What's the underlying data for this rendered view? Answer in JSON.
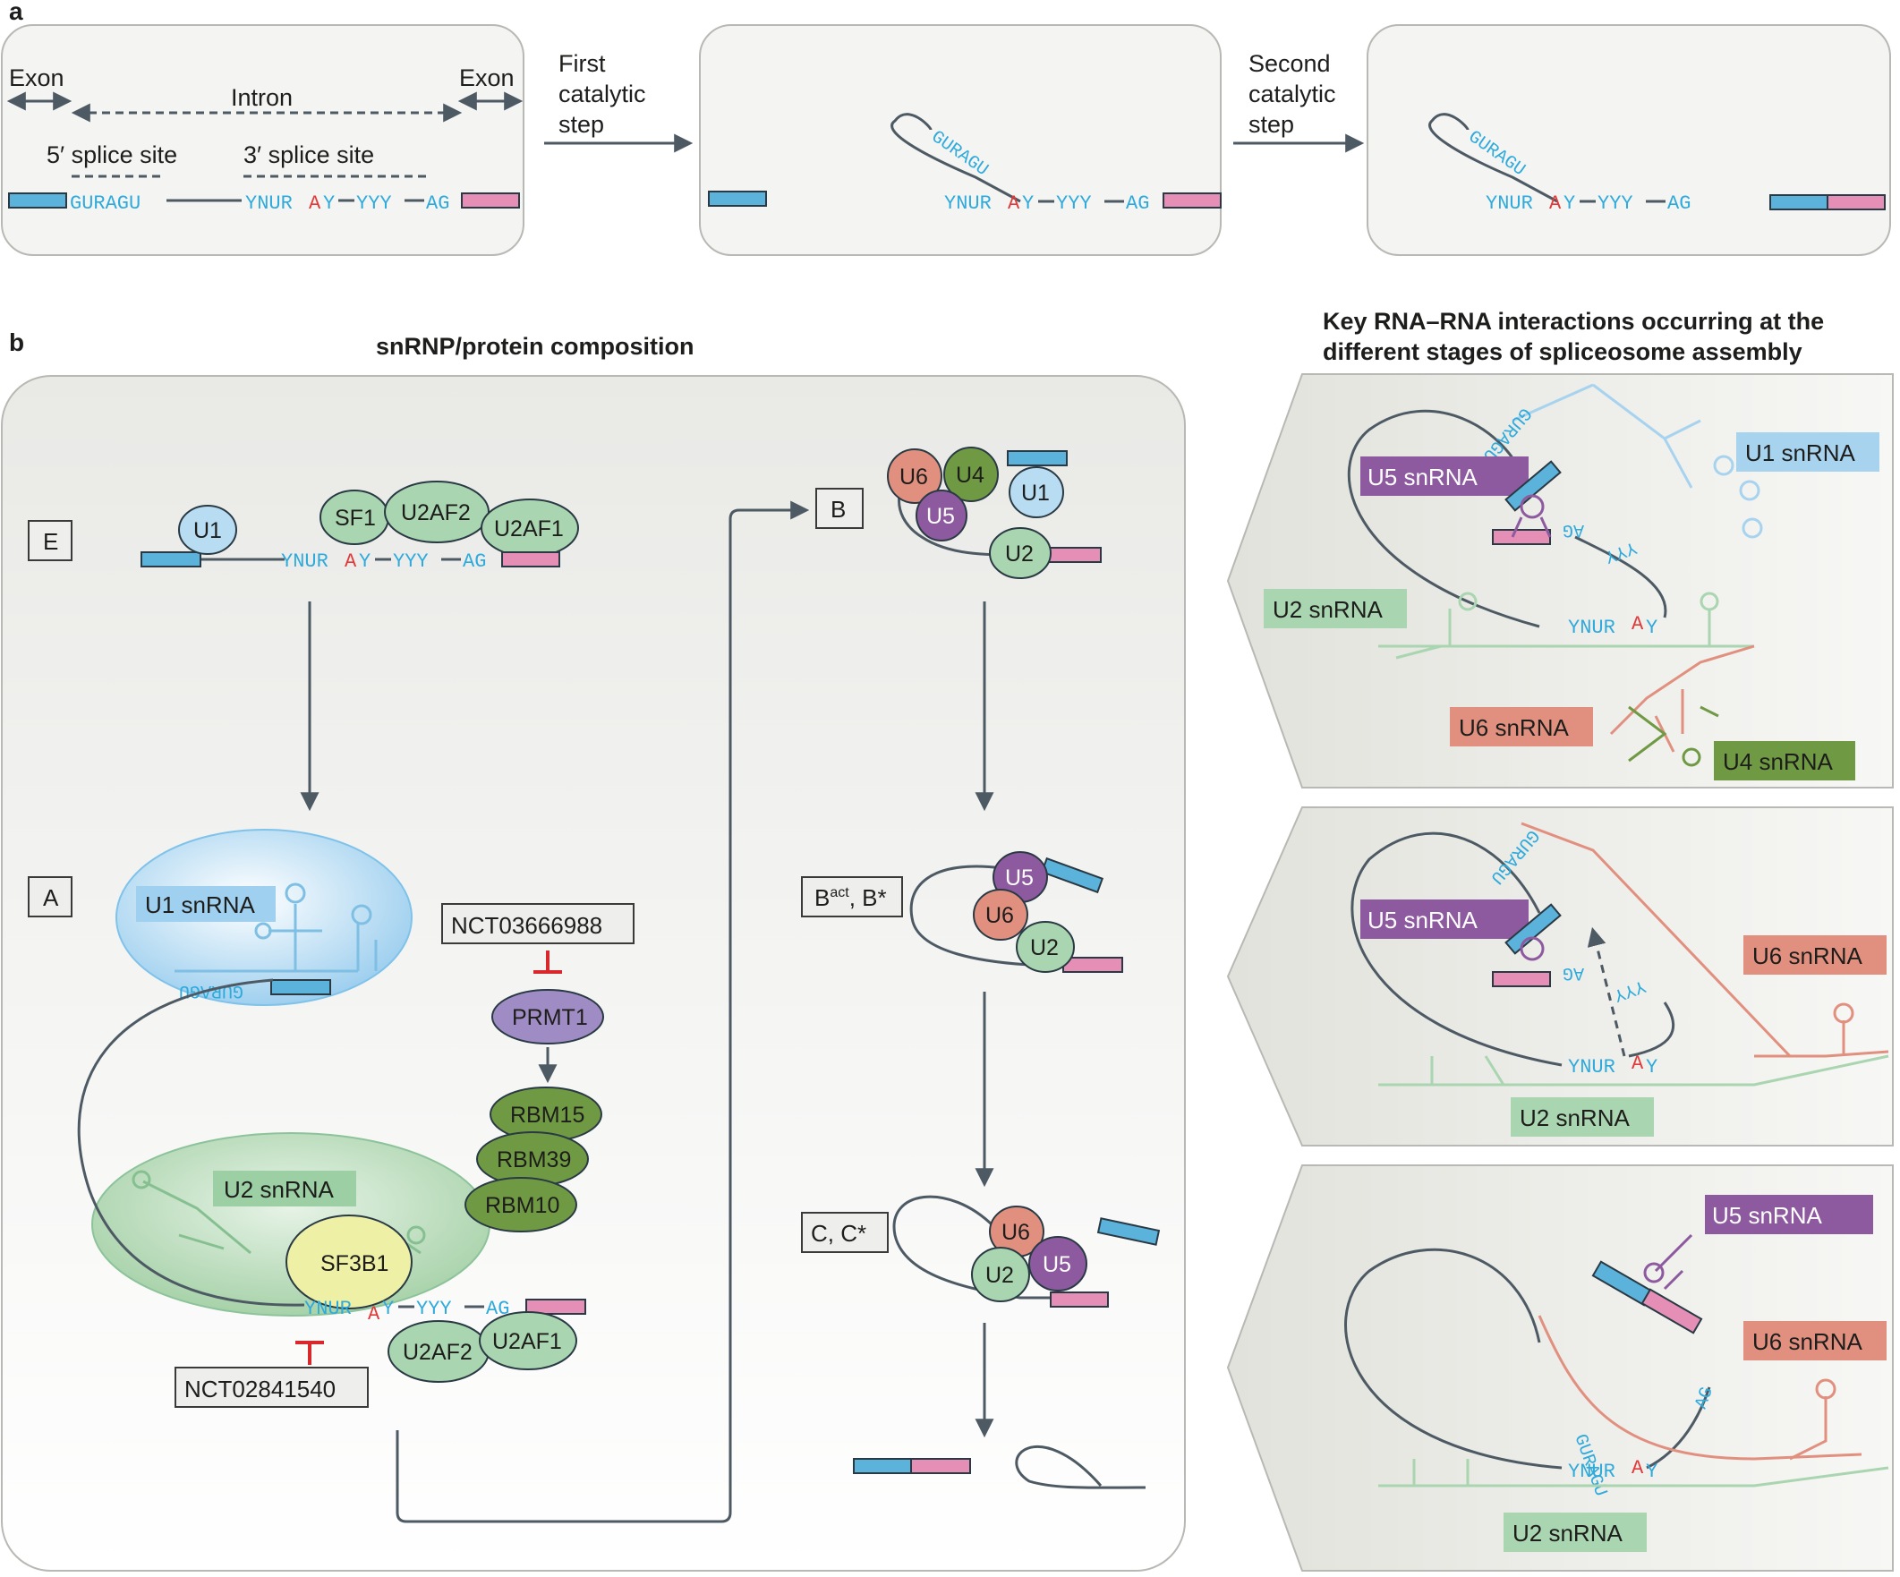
{
  "panel_a": {
    "letter": "a",
    "exon_left": "Exon",
    "exon_right": "Exon",
    "intron": "Intron",
    "five_ss": "5′ splice site",
    "three_ss": "3′ splice site",
    "step1": [
      "First",
      "catalytic",
      "step"
    ],
    "step2": [
      "Second",
      "catalytic",
      "step"
    ],
    "seq": {
      "guragu": "GURAGU",
      "ynur": "YNUR",
      "branch_a": "A",
      "y": "Y",
      "yyy": "YYY",
      "ag": "AG"
    }
  },
  "panel_b": {
    "letter": "b",
    "title_left": "snRNP/protein composition",
    "title_right": [
      "Key RNA–RNA interactions occurring at the",
      "different stages of spliceosome assembly"
    ],
    "stages": {
      "E": "E",
      "A": "A",
      "B": "B",
      "Bact_main": "B",
      "Bact_sup": "act",
      "Bact_rest": ", B*",
      "C": "C, C*"
    },
    "proteins": {
      "U1": "U1",
      "SF1": "SF1",
      "U2AF2": "U2AF2",
      "U2AF1": "U2AF1",
      "SF3B1": "SF3B1",
      "PRMT1": "PRMT1",
      "RBM15": "RBM15",
      "RBM39": "RBM39",
      "RBM10": "RBM10",
      "U2": "U2",
      "U4": "U4",
      "U5": "U5",
      "U6": "U6"
    },
    "trials": {
      "prmt1_trial": "NCT03666988",
      "sf3b1_trial": "NCT02841540"
    },
    "snrna": {
      "U1": "U1 snRNA",
      "U2": "U2 snRNA",
      "U4": "U4 snRNA",
      "U5": "U5 snRNA",
      "U6": "U6 snRNA"
    }
  },
  "colors": {
    "exon_blue": "#5bb3dc",
    "exon_pink": "#e58fb6",
    "seq_blue": "#2eaadc",
    "branch_red": "#e03a3a",
    "u1_blue": "#b8dcf2",
    "green_light": "#a9d5b0",
    "green_dark": "#6f9a43",
    "u5_purple": "#8e5a9f",
    "u6_salmon": "#e1907f",
    "prmt1": "#a08cc4",
    "sf3b1": "#eef0a6",
    "inhibit_red": "#d8282b",
    "line_grey": "#4d5a64"
  }
}
